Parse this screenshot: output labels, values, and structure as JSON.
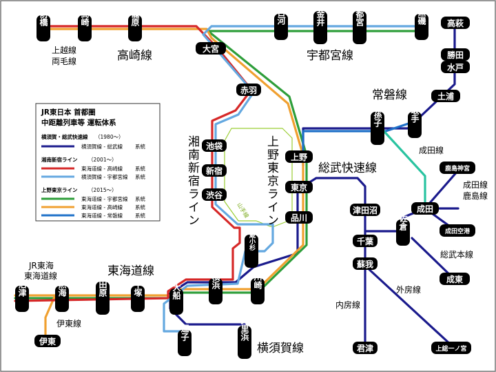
{
  "colors": {
    "yokosuka_sobu": "#1a1a8c",
    "shonan_takasaki": "#d62828",
    "shonan_utsunomiya": "#64a8e0",
    "ueno_utsunomiya": "#2e9e3a",
    "ueno_takasaki": "#f0a030",
    "ueno_joban": "#1e70c8",
    "narita_line": "#29c3a0",
    "yamanote": "#9ACD32"
  },
  "legend": {
    "title1": "JR東日本 首都圏",
    "title2": "中距離列車等 運転体系",
    "groups": [
      {
        "head": "横須賀・総武快速線",
        "since": "（1980〜）",
        "items": [
          {
            "label": "横須賀線 - 総武線",
            "suffix": "系統"
          }
        ]
      },
      {
        "head": "湘南新宿ライン",
        "since": "（2001〜）",
        "items": [
          {
            "label": "東海道線 - 高崎線",
            "suffix": "系統"
          },
          {
            "label": "横須賀線 - 宇都宮線",
            "suffix": "系統"
          }
        ]
      },
      {
        "head": "上野東京ライン",
        "since": "（2015〜）",
        "items": [
          {
            "label": "東海道線 - 宇都宮線",
            "suffix": "系統"
          },
          {
            "label": "東海道線 - 高崎線",
            "suffix": "系統"
          },
          {
            "label": "東海道線 - 常磐線",
            "suffix": "系統"
          }
        ]
      }
    ]
  },
  "line_labels": {
    "takasaki": "高崎線",
    "utsunomiya": "宇都宮線",
    "joban": "常磐線",
    "sobu_rapid": "総武快速線",
    "tokaido": "東海道線",
    "yokosuka": "横須賀線",
    "shonan_shinjuku": "湘南新宿ライン",
    "ueno_tokyo": "上野東京ライン",
    "yamanote": "山手線",
    "narita": "成田線",
    "narita_kashima": "成田線",
    "kashima": "鹿島線",
    "sobu_main": "総武本線",
    "sotobo": "外房線",
    "uchibo": "内房線",
    "ito": "伊東線",
    "joetsu": "上越線",
    "ryomo": "両毛線",
    "jr_tokai": "JR東海",
    "tokaido_jr": "東海道線"
  },
  "stations": {
    "maebashi": "前橋",
    "takasaki": "高崎",
    "kagohara": "籠原",
    "omiya": "大宮",
    "koga": "古河",
    "oyama": "小金井",
    "utsunomiya": "宇都宮",
    "kuroiso": "黒磯",
    "akabane": "赤羽",
    "ikebukuro": "池袋",
    "shinjuku": "新宿",
    "shibuya": "渋谷",
    "musashikosugi": "武蔵小杉",
    "ueno": "上野",
    "tokyo": "東京",
    "shinagawa": "品川",
    "kawasaki": "川崎",
    "yokohama": "横浜",
    "ofuna": "大船",
    "hiratsuka": "平塚",
    "odawara": "小田原",
    "atami": "熱海",
    "numazu": "沼津",
    "ito": "伊東",
    "zushi": "逗子",
    "kurihama": "久里浜",
    "takahagi": "高萩",
    "katsuta": "勝田",
    "mito": "水戸",
    "tsuchiura": "土浦",
    "abiko": "我孫子",
    "toride": "取手",
    "narita": "成田",
    "kashimajingu": "鹿島神宮",
    "naritakuko": "成田空港",
    "sakura": "佐倉",
    "narashino": "津田沼",
    "chiba": "千葉",
    "soga": "蘇我",
    "kimitsu": "君津",
    "naruto": "成東",
    "kazusaichinomiya": "上総一ノ宮"
  }
}
